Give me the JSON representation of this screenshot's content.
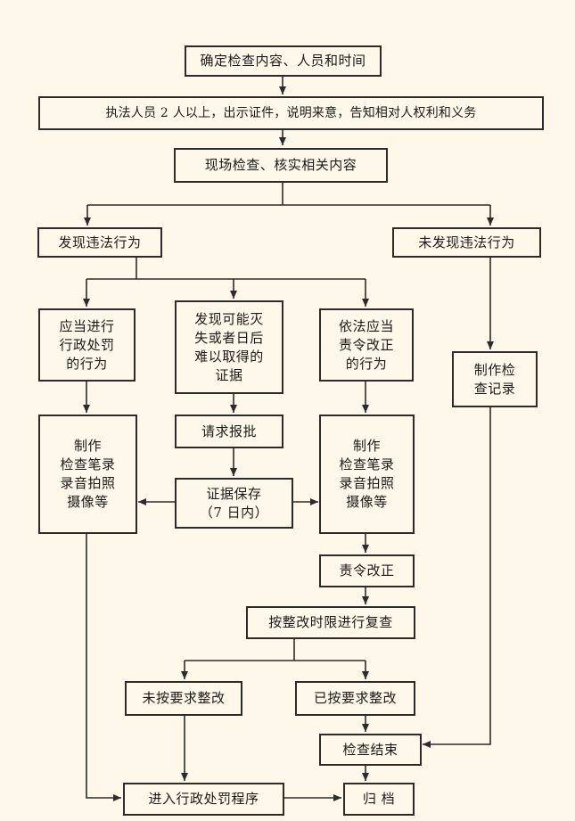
{
  "flowchart": {
    "nodes": {
      "step1": "确定检查内容、人员和时间",
      "step2": "执法人员 2 人以上，出示证件，说明来意，告知相对人权利和义务",
      "step3": "现场检查、核实相关内容",
      "violation_found": "发现违法行为",
      "no_violation": "未发现违法行为",
      "penalty_case": "应当进行\n行政处罚\n的行为",
      "evidence_risk": "发现可能灭\n失或者日后\n难以取得的\n证据",
      "correction_case": "依法应当\n责令改正\n的行为",
      "make_record": "制作检\n查记录",
      "record_left": "制作\n检查笔录\n录音拍照\n摄像等",
      "request_approval": "请求报批",
      "record_right": "制作\n检查笔录\n录音拍照\n摄像等",
      "preserve_evidence": "证据保存\n（7 日内）",
      "order_correction": "责令改正",
      "recheck": "按整改时限进行复查",
      "not_corrected": "未按要求整改",
      "corrected": "已按要求整改",
      "inspection_end": "检查结束",
      "penalty_procedure": "进入行政处罚程序",
      "archive": "归  档"
    }
  }
}
